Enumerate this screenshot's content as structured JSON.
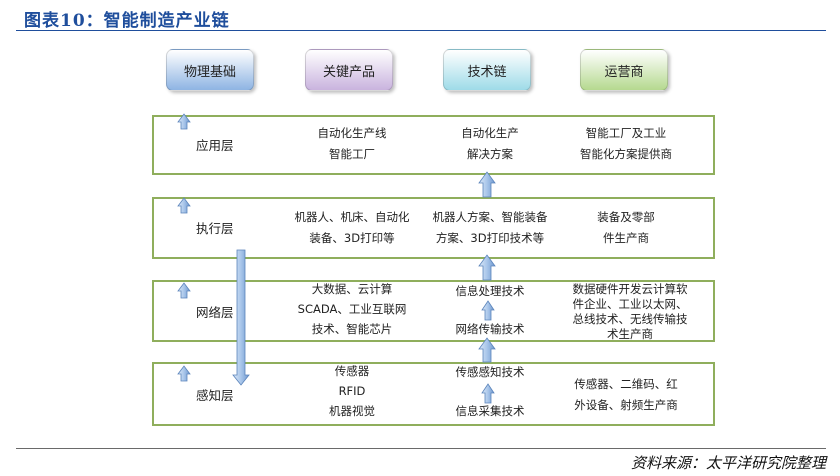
{
  "title": "图表10：智能制造产业链",
  "source": "资料来源：太平洋研究院整理",
  "headers": [
    {
      "label": "物理基础",
      "color": "#8eb4e3"
    },
    {
      "label": "关键产品",
      "color": "#c9b3de"
    },
    {
      "label": "技术链",
      "color": "#9edbe8"
    },
    {
      "label": "运营商",
      "color": "#b5d98f"
    }
  ],
  "layers": [
    {
      "name": "应用层",
      "products": [
        "自动化生产线",
        "智能工厂"
      ],
      "tech": [
        "自动化生产",
        "解决方案"
      ],
      "operators": [
        "智能工厂及工业",
        "智能化方案提供商"
      ]
    },
    {
      "name": "执行层",
      "products": [
        "机器人、机床、自动化",
        "装备、3D打印等"
      ],
      "tech": [
        "机器人方案、智能装备",
        "方案、3D打印技术等"
      ],
      "operators": [
        "装备及零部",
        "件生产商"
      ]
    },
    {
      "name": "网络层",
      "products": [
        "大数据、云计算",
        "SCADA、工业互联网",
        "技术、智能芯片"
      ],
      "tech": [
        "信息处理技术",
        "网络传输技术"
      ],
      "operators": [
        "数据硬件开发云计算软",
        "件企业、工业以太网、",
        "总线技术、无线传输技",
        "术生产商"
      ]
    },
    {
      "name": "感知层",
      "products": [
        "传感器",
        "RFID",
        "机器视觉"
      ],
      "tech": [
        "传感感知技术",
        "信息采集技术"
      ],
      "operators": [
        "传感器、二维码、红",
        "外设备、射频生产商"
      ]
    }
  ]
}
